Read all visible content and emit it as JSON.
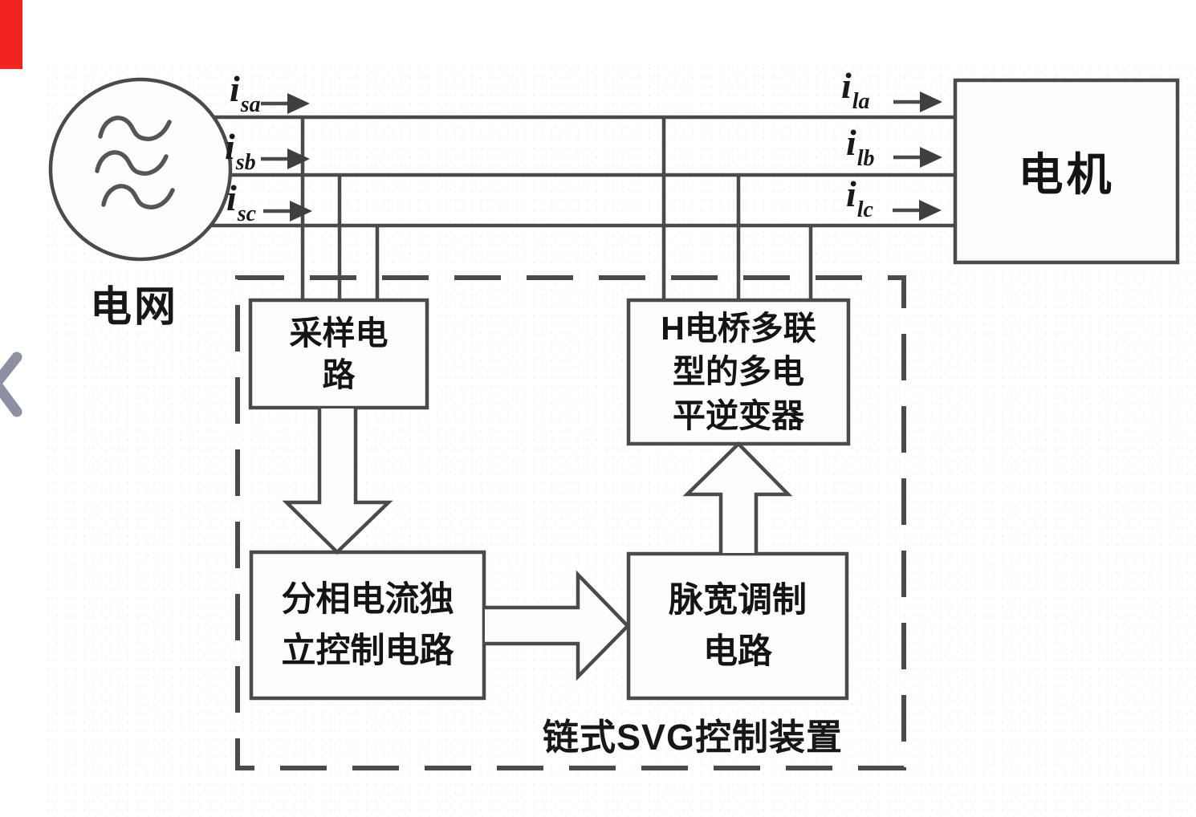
{
  "colors": {
    "stroke": "#4a4a4a",
    "text": "#171717",
    "background": "#ffffff",
    "box_fill": "#fdfdfd",
    "red_bar": "#f1251d",
    "chevron": "#8b90a2"
  },
  "grid_source": {
    "label": "电网"
  },
  "motor": {
    "label": "电机"
  },
  "currents": {
    "isa": {
      "base": "i",
      "sub": "sa"
    },
    "isb": {
      "base": "i",
      "sub": "sb"
    },
    "isc": {
      "base": "i",
      "sub": "sc"
    },
    "ila": {
      "base": "i",
      "sub": "la"
    },
    "ilb": {
      "base": "i",
      "sub": "lb"
    },
    "ilc": {
      "base": "i",
      "sub": "lc"
    }
  },
  "control_unit": {
    "caption": "链式SVG控制装置",
    "sampling": {
      "line1": "采样电",
      "line2": "路"
    },
    "phase_control": {
      "line1": "分相电流独",
      "line2": "立控制电路"
    },
    "pwm": {
      "line1": "脉宽调制",
      "line2": "电路"
    },
    "inverter": {
      "line1": "H电桥多联",
      "line2": "型的多电",
      "line3": "平逆变器"
    }
  }
}
